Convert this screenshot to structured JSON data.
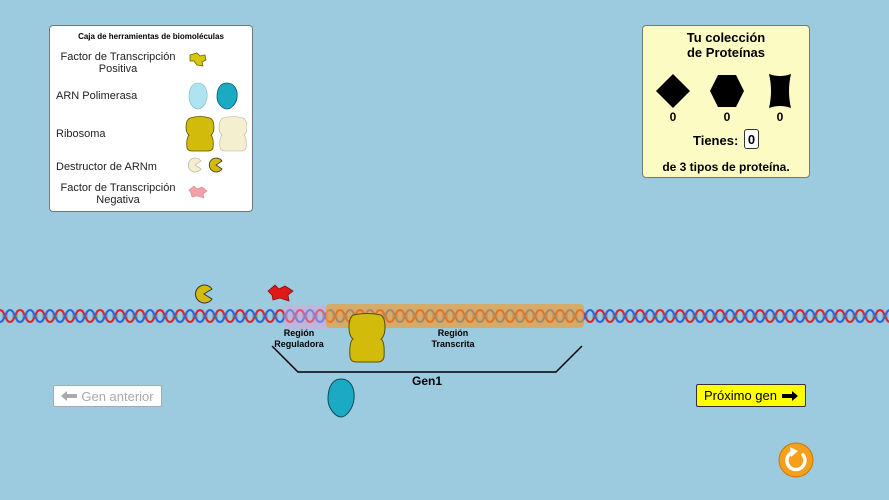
{
  "toolbox": {
    "title": "Caja de herramientas de biomoléculas",
    "items": [
      {
        "label": "Factor de Transcripción Positiva",
        "icon": "positive-transcription-factor-icon"
      },
      {
        "label": "ARN Polimerasa",
        "icon": "rna-polymerase-icon"
      },
      {
        "label": "Ribosoma",
        "icon": "ribosome-icon"
      },
      {
        "label": "Destructor de ARNm",
        "icon": "mrna-destroyer-icon"
      },
      {
        "label": "Factor de Transcripción Negativa",
        "icon": "negative-transcription-factor-icon"
      }
    ]
  },
  "collection": {
    "title_line1": "Tu colección",
    "title_line2": "de Proteínas",
    "proteins": [
      {
        "shape": "diamond",
        "count": "0"
      },
      {
        "shape": "hexagon",
        "count": "0"
      },
      {
        "shape": "barrel",
        "count": "0"
      }
    ],
    "have_label": "Tienes:",
    "have_value": "0",
    "types_label": "de 3 tipos de proteína."
  },
  "dna": {
    "regulatory_region_line1": "Región",
    "regulatory_region_line2": "Reguladora",
    "transcribed_region_line1": "Región",
    "transcribed_region_line2": "Transcrita",
    "gene_label": "Gen1"
  },
  "nav": {
    "prev_label": "Gen anterior",
    "next_label": "Próximo gen"
  },
  "colors": {
    "background": "#9ccbe0",
    "positive_tf": "#d6c60a",
    "polymerase": "#1aaac4",
    "ribosome": "#d2bb0a",
    "negative_tf": "#f3a0a8",
    "next_button": "#ffff00",
    "reset_button": "#f5a01a"
  }
}
